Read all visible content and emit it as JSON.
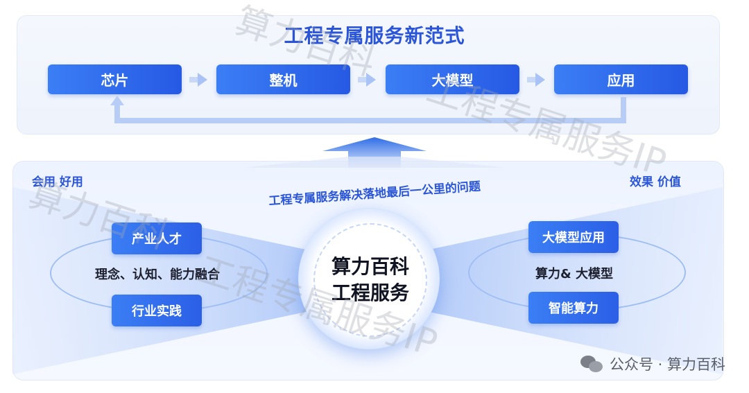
{
  "title": "工程专属服务新范式",
  "flow": [
    "芯片",
    "整机",
    "大模型",
    "应用"
  ],
  "mid_text": "工程专属服务解决落地最后一公里的问题",
  "left_corner": "会用 好用",
  "right_corner": "效果 价值",
  "left": {
    "top_box": "产业人才",
    "middle_text": "理念、认知、能力融合",
    "bottom_box": "行业实践"
  },
  "right": {
    "top_box": "大模型应用",
    "middle_text": "算力& 大模型",
    "bottom_box": "智能算力"
  },
  "center": {
    "line1": "算力百科",
    "line2": "工程服务"
  },
  "watermarks": [
    "算力百科",
    "工程专属服务IP",
    "算力百科",
    "工程专属服务IP"
  ],
  "footer": "公众号 · 算力百科",
  "colors": {
    "accent": "#2a55d9",
    "box": "#2f6de6",
    "panel": "#eef3fc"
  }
}
